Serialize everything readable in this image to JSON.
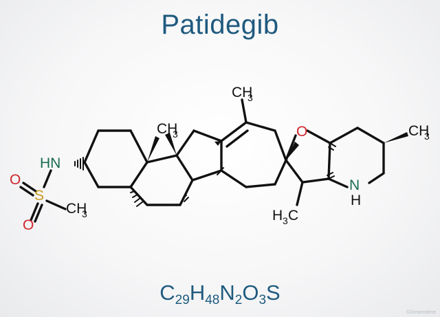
{
  "title": "Patidegib",
  "formula": {
    "parts": [
      {
        "el": "C",
        "n": "29"
      },
      {
        "el": "H",
        "n": "48"
      },
      {
        "el": "N",
        "n": "2"
      },
      {
        "el": "O",
        "n": "3"
      },
      {
        "el": "S",
        "n": ""
      }
    ]
  },
  "atoms": {
    "nh_amine": "HN",
    "o_top": "O",
    "o_bottom": "O",
    "s": "S",
    "ch3": "CH",
    "ch3_sub": "3",
    "h3c": "H",
    "h3c_sub": "3",
    "h3c_c": "C",
    "o_ring": "O",
    "n_ring": "N",
    "h_ring": "H"
  },
  "colors": {
    "title": "#1f5a7e",
    "bond": "#111111",
    "nitrogen": "#1a6b4f",
    "oxygen": "#d0262c",
    "sulfur": "#c89a1e"
  },
  "watermark": "©Dreamstime"
}
